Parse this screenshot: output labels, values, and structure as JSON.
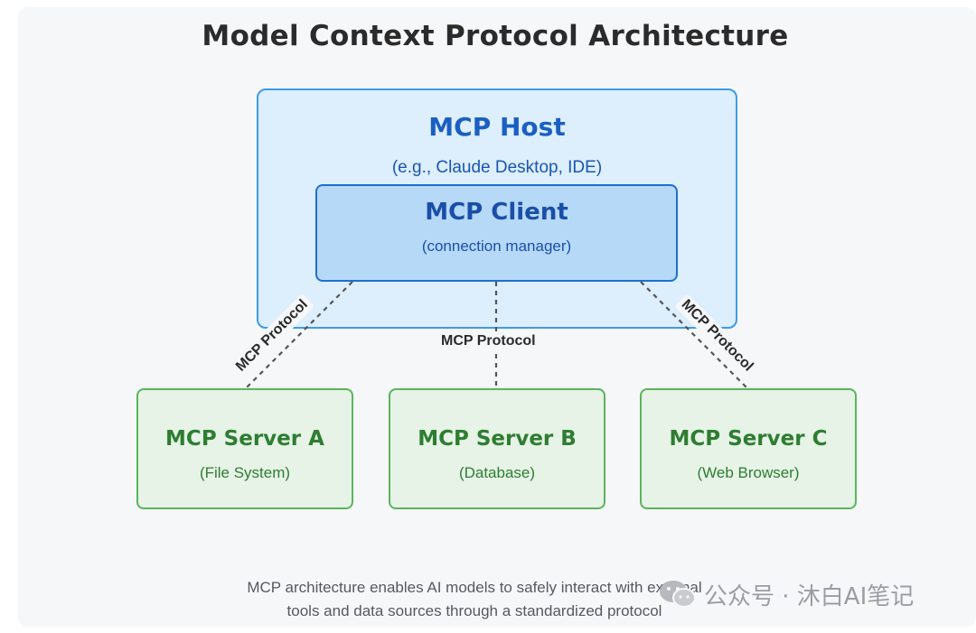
{
  "diagram": {
    "title": "Model Context Protocol Architecture",
    "host": {
      "title": "MCP Host",
      "subtitle": "(e.g., Claude Desktop, IDE)"
    },
    "client": {
      "title": "MCP Client",
      "subtitle": "(connection manager)"
    },
    "servers": [
      {
        "title": "MCP Server A",
        "subtitle": "(File System)"
      },
      {
        "title": "MCP Server B",
        "subtitle": "(Database)"
      },
      {
        "title": "MCP Server C",
        "subtitle": "(Web Browser)"
      }
    ],
    "connections": [
      {
        "from": "MCP Client",
        "to": "MCP Server A",
        "label": "MCP Protocol"
      },
      {
        "from": "MCP Client",
        "to": "MCP Server B",
        "label": "MCP Protocol"
      },
      {
        "from": "MCP Client",
        "to": "MCP Server C",
        "label": "MCP Protocol"
      }
    ],
    "caption_line1": "MCP architecture enables AI models to safely interact with external",
    "caption_line2": "tools and data sources through a standardized protocol"
  },
  "watermark": {
    "text": "公众号 · 沐白AI笔记",
    "icon": "wechat-icon"
  },
  "colors": {
    "host_fill": "#ddeefc",
    "host_border": "#3d9be9",
    "client_fill": "#b6d9f8",
    "client_border": "#1e6fd0",
    "server_fill": "#e6f3e6",
    "server_border": "#59b55c",
    "connector": "#555555"
  }
}
